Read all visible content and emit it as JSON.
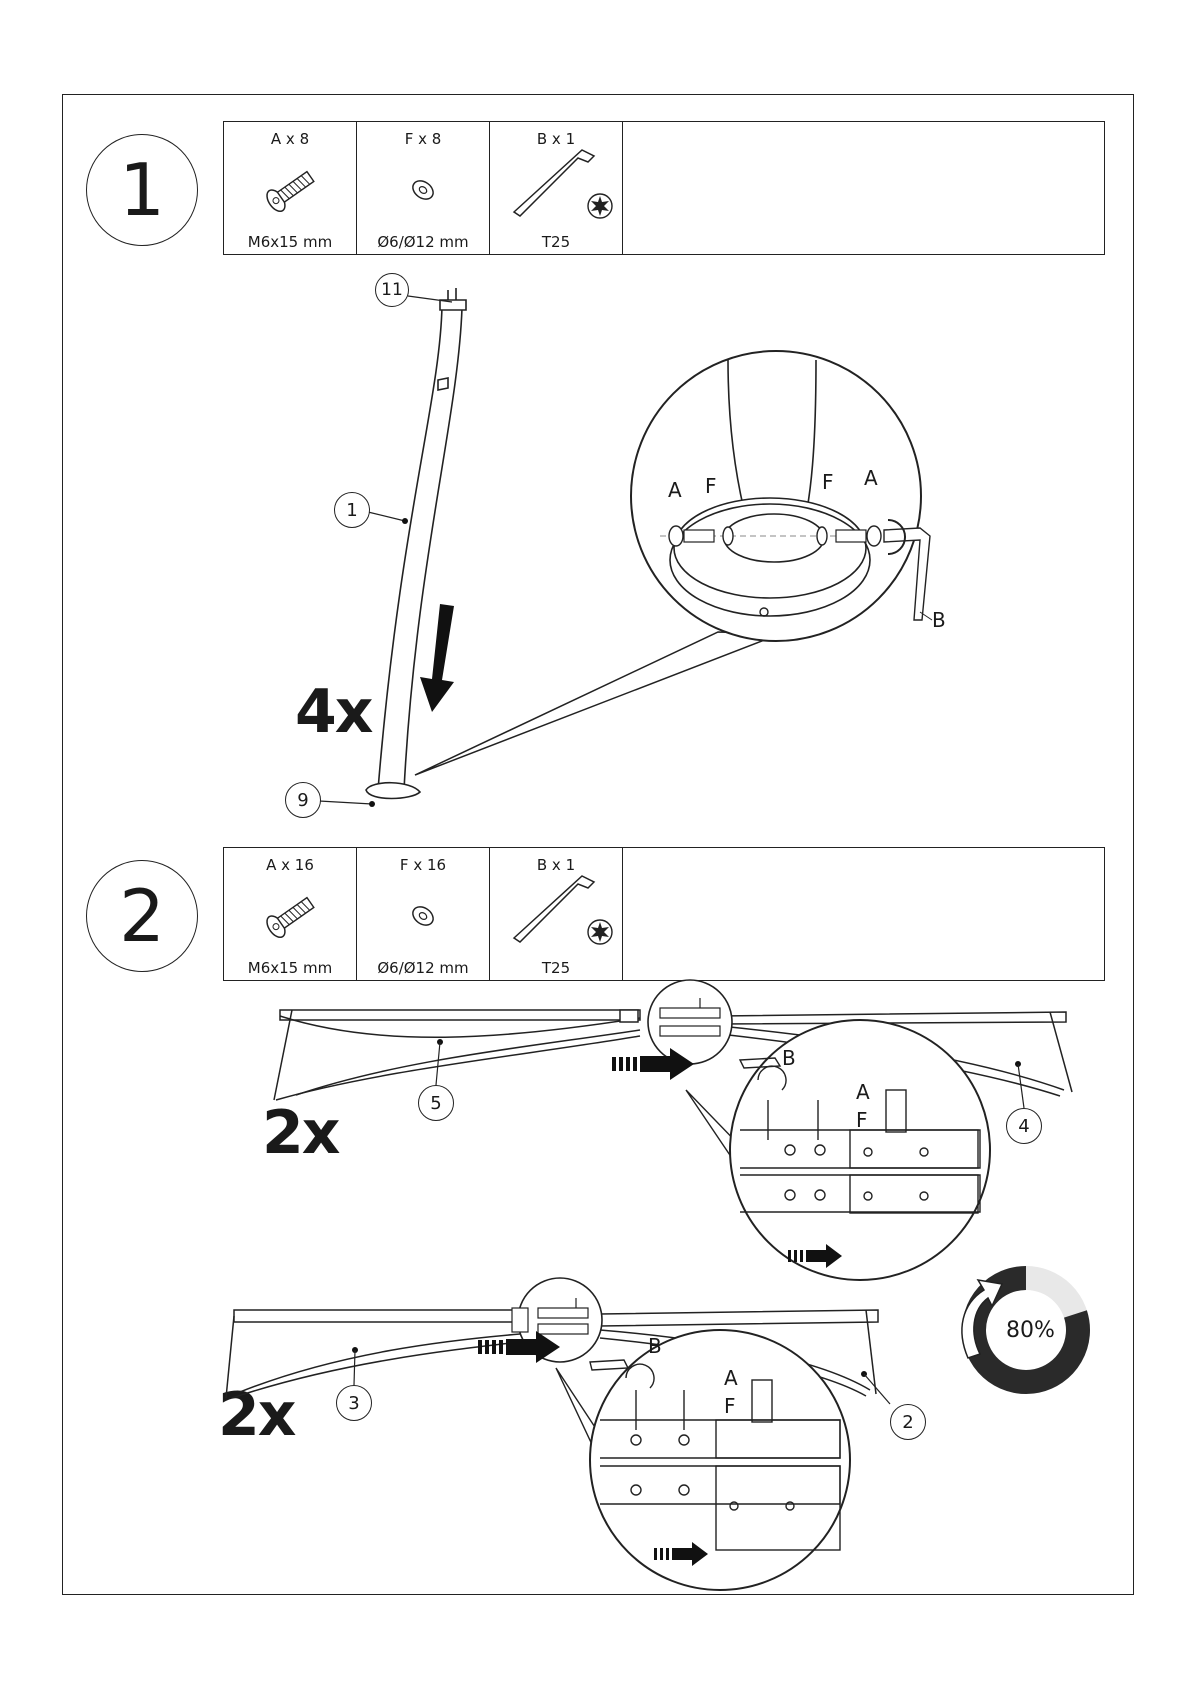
{
  "steps": [
    {
      "number": "1",
      "multiplier": "4x",
      "parts": [
        {
          "qty": "A x 8",
          "spec": "M6x15 mm",
          "icon": "screw-icon"
        },
        {
          "qty": "F x 8",
          "spec": "Ø6/Ø12 mm",
          "icon": "washer-icon"
        },
        {
          "qty": "B x 1",
          "spec": "T25",
          "icon": "torx-key-icon"
        }
      ],
      "callouts": {
        "post": "1",
        "top": "11",
        "base": "9"
      },
      "detail_labels": {
        "screw": "A",
        "washer": "F",
        "key": "B"
      }
    },
    {
      "number": "2",
      "multiplier_a": "2x",
      "multiplier_b": "2x",
      "parts": [
        {
          "qty": "A x 16",
          "spec": "M6x15 mm",
          "icon": "screw-icon"
        },
        {
          "qty": "F x 16",
          "spec": "Ø6/Ø12 mm",
          "icon": "washer-icon"
        },
        {
          "qty": "B x 1",
          "spec": "T25",
          "icon": "torx-key-icon"
        }
      ],
      "callouts": {
        "beam_left_a": "5",
        "beam_right_a": "4",
        "beam_left_b": "3",
        "beam_right_b": "2"
      },
      "detail_labels": {
        "screw": "A",
        "washer": "F",
        "key": "B"
      },
      "progress": {
        "value": 80,
        "label": "80%"
      }
    }
  ]
}
